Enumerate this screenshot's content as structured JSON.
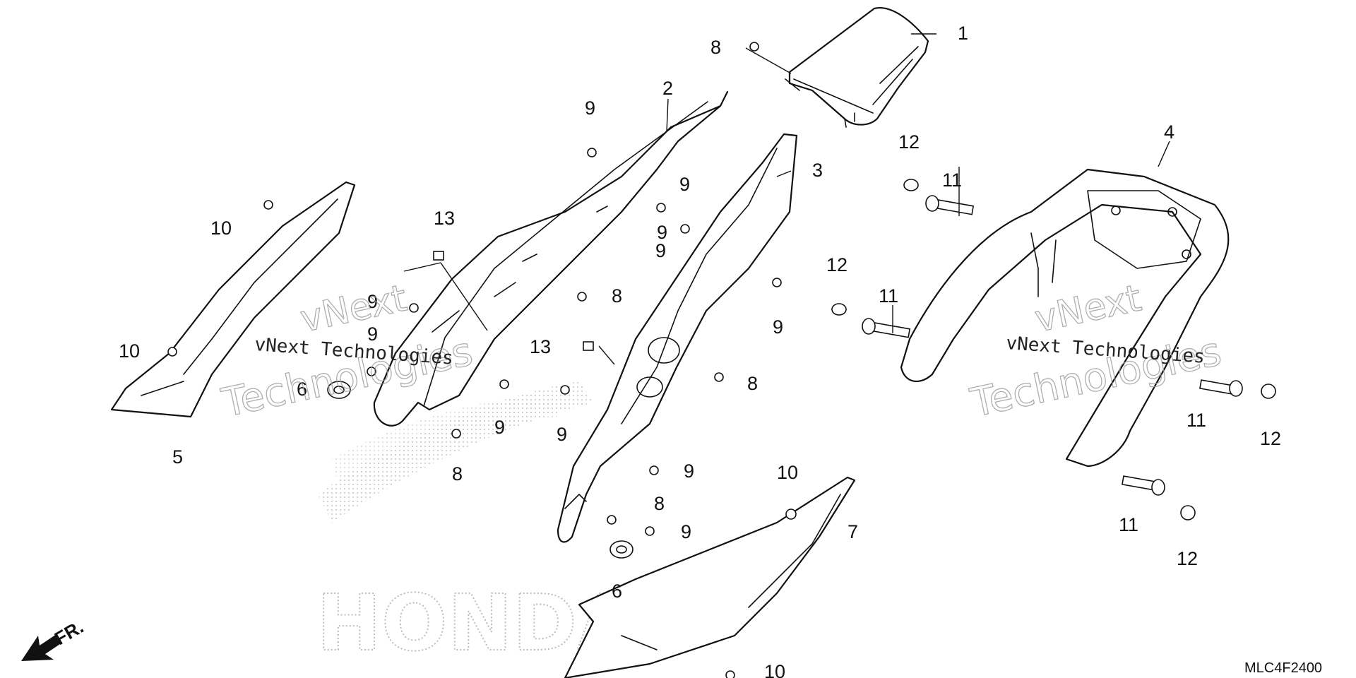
{
  "diagram": {
    "drawing_code": "MLC4F2400",
    "direction_label": "FR.",
    "watermark_text": "vNext Technologies",
    "watermark_line1": "vNext",
    "watermark_line2": "Technologies",
    "logo_text": "HONDA",
    "callouts": [
      {
        "id": "c1",
        "num": "1"
      },
      {
        "id": "c2",
        "num": "2"
      },
      {
        "id": "c3",
        "num": "3"
      },
      {
        "id": "c4",
        "num": "4"
      },
      {
        "id": "c5",
        "num": "5"
      },
      {
        "id": "c6a",
        "num": "6"
      },
      {
        "id": "c6b",
        "num": "6"
      },
      {
        "id": "c7",
        "num": "7"
      },
      {
        "id": "c8a",
        "num": "8"
      },
      {
        "id": "c8b",
        "num": "8"
      },
      {
        "id": "c8c",
        "num": "8"
      },
      {
        "id": "c8d",
        "num": "8"
      },
      {
        "id": "c8e",
        "num": "8"
      },
      {
        "id": "c9a",
        "num": "9"
      },
      {
        "id": "c9b",
        "num": "9"
      },
      {
        "id": "c9c",
        "num": "9"
      },
      {
        "id": "c9d",
        "num": "9"
      },
      {
        "id": "c9e",
        "num": "9"
      },
      {
        "id": "c9f",
        "num": "9"
      },
      {
        "id": "c9g",
        "num": "9"
      },
      {
        "id": "c9h",
        "num": "9"
      },
      {
        "id": "c9i",
        "num": "9"
      },
      {
        "id": "c9j",
        "num": "9"
      },
      {
        "id": "c9k",
        "num": "9"
      },
      {
        "id": "c10a",
        "num": "10"
      },
      {
        "id": "c10b",
        "num": "10"
      },
      {
        "id": "c10c",
        "num": "10"
      },
      {
        "id": "c10d",
        "num": "10"
      },
      {
        "id": "c11a",
        "num": "11"
      },
      {
        "id": "c11b",
        "num": "11"
      },
      {
        "id": "c11c",
        "num": "11"
      },
      {
        "id": "c11d",
        "num": "11"
      },
      {
        "id": "c12a",
        "num": "12"
      },
      {
        "id": "c12b",
        "num": "12"
      },
      {
        "id": "c12c",
        "num": "12"
      },
      {
        "id": "c12d",
        "num": "12"
      },
      {
        "id": "c13a",
        "num": "13"
      },
      {
        "id": "c13b",
        "num": "13"
      }
    ]
  }
}
